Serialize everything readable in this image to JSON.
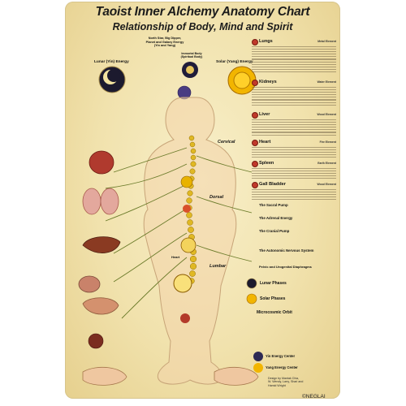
{
  "title": "Taoist Inner Alchemy Anatomy Chart",
  "subtitle": "Relationship of Body, Mind and Spirit",
  "top_note": "North Star, Big Dipper, Planet and Galaxy Energy (Yin and Yang)",
  "labels": {
    "lunar": "Lunar (Yin) Energy",
    "solar": "Solar (Yang) Energy",
    "immortal_body": "Immortal Body (Spiritual Body)",
    "cervical": "Cervical",
    "dorsal": "Dorsal",
    "lumbar": "Lumbar",
    "heart": "Heart",
    "lunar_phases": "Lunar Phases",
    "solar_phases": "Solar Phases",
    "microcosmic_orbit": "Microcosmic Orbit",
    "yin_energy_center": "Yin Energy Center",
    "yang_energy_center": "Yang Energy Center"
  },
  "organs": [
    {
      "name": "Lungs",
      "element": "Metal Element"
    },
    {
      "name": "Kidneys",
      "element": "Water Element"
    },
    {
      "name": "Liver",
      "element": "Wood Element"
    },
    {
      "name": "Heart",
      "element": "Fire Element"
    },
    {
      "name": "Spleen",
      "element": "Earth Element"
    },
    {
      "name": "Gall Bladder",
      "element": "Wood Element"
    }
  ],
  "passages": {
    "sacral_pump": "The Sacral Pump",
    "adrenal_energy": "The Adrenal Energy",
    "cranial_pump": "The Cranial Pump",
    "autonomic": "The Autonomic Nervous System",
    "pelvic": "Pelvic and Urogenital Diaphragms"
  },
  "credits": {
    "line1": "Design by Mantak Chia,",
    "line2": "W. Wendy, Larry, Shari and",
    "line3": "Hamid Wright"
  },
  "copyright": "©NEGLAI",
  "colors": {
    "poster_bg": "#f1e2ad",
    "body_outline": "#c7a478",
    "spine": "#e0b824",
    "accent_red": "#c0392b",
    "nerve_green": "#6b7b2a"
  }
}
